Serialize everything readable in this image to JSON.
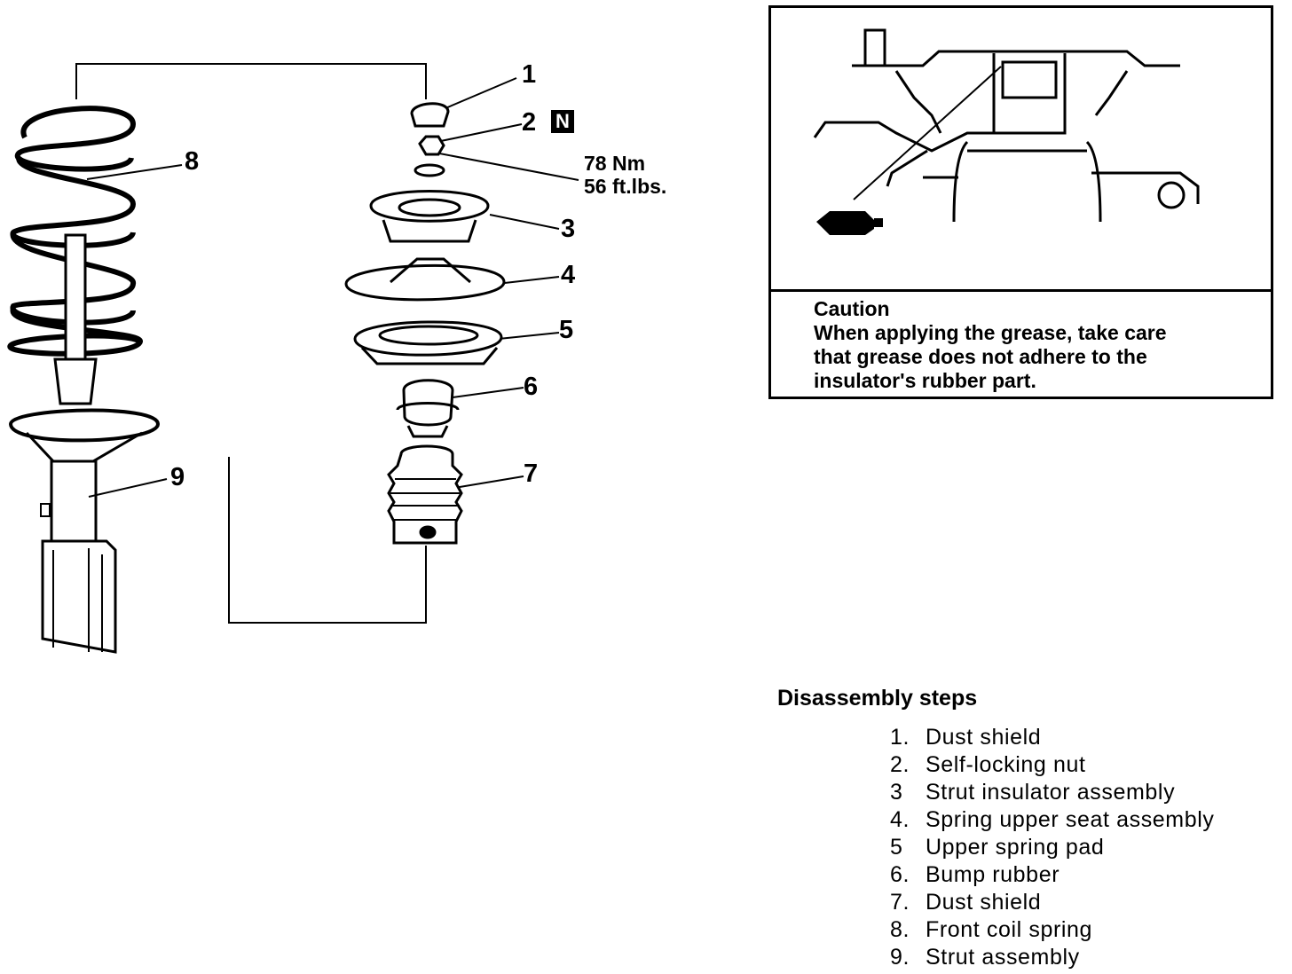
{
  "callouts": {
    "c1": "1",
    "c2": "2",
    "c3": "3",
    "c4": "4",
    "c5": "5",
    "c6": "6",
    "c7": "7",
    "c8": "8",
    "c9": "9"
  },
  "n_badge": "N",
  "torque": {
    "nm": "78 Nm",
    "ftlbs": "56 ft.lbs."
  },
  "caution": {
    "title": "Caution",
    "lines": [
      "When applying the grease, take care",
      "that grease does not adhere to the",
      "insulator's rubber part."
    ]
  },
  "steps": {
    "title": "Disassembly steps",
    "items": [
      {
        "num": "1.",
        "label": "Dust shield"
      },
      {
        "num": "2.",
        "label": "Self-locking nut"
      },
      {
        "num": "3",
        "label": "Strut insulator assembly"
      },
      {
        "num": "4.",
        "label": "Spring upper seat assembly"
      },
      {
        "num": "5",
        "label": "Upper spring pad"
      },
      {
        "num": "6.",
        "label": "Bump rubber"
      },
      {
        "num": "7.",
        "label": "Dust shield"
      },
      {
        "num": "8.",
        "label": "Front coil spring"
      },
      {
        "num": "9.",
        "label": "Strut assembly"
      }
    ]
  }
}
